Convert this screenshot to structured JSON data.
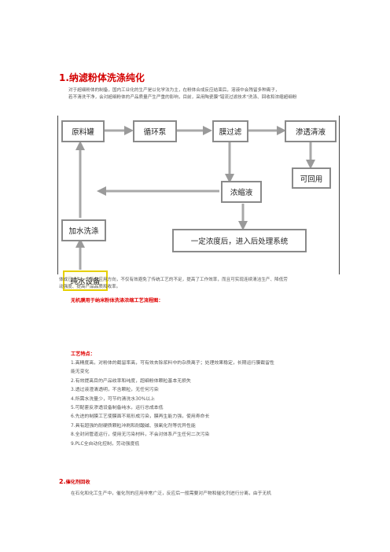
{
  "section1": {
    "title": "1.纳滤粉体洗涤纯化",
    "intro_lines": [
      "对于超细粉体的制备，国内工业化的生产是以化学法为主，在粉体合成反应结束后，溶液中会残留多种离子，",
      "若不清洗干净，会对超细粉体的产品质量产生严重的影响，目前，采用陶瓷膜\"错流过滤技术\"洗涤、回收和浓缩超细粉"
    ],
    "flow": {
      "raw_tank": "原料罐",
      "pump": "循环泵",
      "membrane": "膜过滤",
      "permeate": "渗透清液",
      "concentrate": "浓缩液",
      "reusable": "可回用",
      "add_water": "加水洗涤",
      "post_process": "一定浓度后，进入后处理系统",
      "pure_water": "纯水设备"
    },
    "after_lines": [
      "体成已成为一个新的应用方向，不仅有效避免了传统工艺的不足，提高了工作效率，而且可实现连续清洁生产、降低劳",
      "动强度、提高产品品质和收率。"
    ],
    "process_caption": "无机膜用于纳米粉体洗涤浓缩工艺流程图：",
    "features_title": "工艺特点：",
    "features": [
      "1.高精度高，对粉体的截留率高，可有效去除浆料中的杂质离子；处理效果稳定，长期运行膜截留性",
      "能无变化",
      "2.有效提高目的产品收率和纯度，超细粉体颗粒基本无损失",
      "3.透过液澄清透明，不含颗粒，无任何污染",
      "4.所需水洗量少，可节约清洗水30%以上",
      "5.可配套反渗透设备制备纯水，运行总成本低",
      "6.先进的制膜工艺使膜面不易形成污染，膜再生能力强，使用寿命长",
      "7.具有超强的耐硬质颗粒冲刷和耐酸碱、强氧化剂等优异性能",
      "8.全封闭管道运行，使用无污染材料，不会对体系产生任何二次污染",
      "9.PLC全自动化控制，劳动强度低"
    ]
  },
  "section2": {
    "number": "2.",
    "title": "催化剂回收",
    "first_line": "在石化和化工生产中，催化剂的应用非常广泛，反应后一般需要对产物和催化剂进行分离，由于无机"
  }
}
